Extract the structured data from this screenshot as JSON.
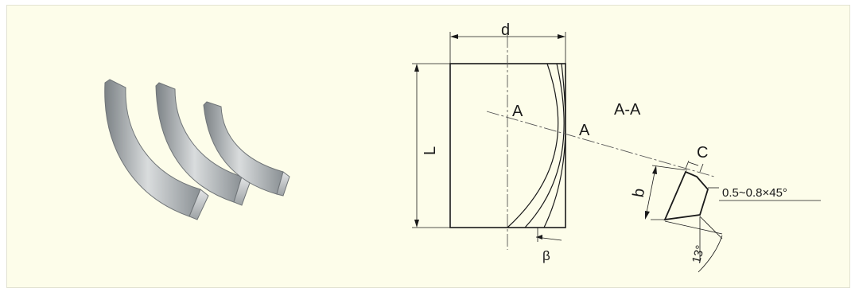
{
  "diagram": {
    "labels": {
      "d": "d",
      "L": "L",
      "section_mark_1": "A",
      "section_mark_2": "A",
      "section_title": "A-A",
      "C": "C",
      "b": "b",
      "chamfer": "0.5~0.8×45°",
      "beta": "β",
      "angle": "13°"
    },
    "colors": {
      "background": "#fdfdea",
      "line": "#1a1a1a",
      "centerline": "#555555",
      "metal": "#b8bcbe"
    },
    "photo": {
      "pieces": 3
    }
  }
}
